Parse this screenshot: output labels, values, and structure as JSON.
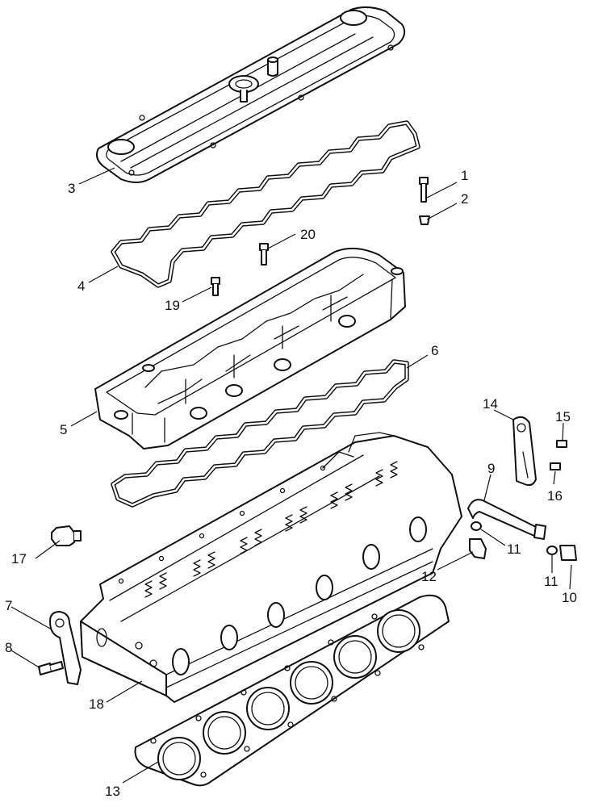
{
  "diagram": {
    "colors": {
      "line": "#111111",
      "paper": "#ffffff"
    },
    "callouts": [
      {
        "id": "1",
        "label": "1"
      },
      {
        "id": "2",
        "label": "2"
      },
      {
        "id": "3",
        "label": "3"
      },
      {
        "id": "4",
        "label": "4"
      },
      {
        "id": "5",
        "label": "5"
      },
      {
        "id": "6",
        "label": "6"
      },
      {
        "id": "7",
        "label": "7"
      },
      {
        "id": "8",
        "label": "8"
      },
      {
        "id": "9",
        "label": "9"
      },
      {
        "id": "10",
        "label": "10"
      },
      {
        "id": "11a",
        "label": "11"
      },
      {
        "id": "11b",
        "label": "11"
      },
      {
        "id": "12",
        "label": "12"
      },
      {
        "id": "13",
        "label": "13"
      },
      {
        "id": "14",
        "label": "14"
      },
      {
        "id": "15",
        "label": "15"
      },
      {
        "id": "16",
        "label": "16"
      },
      {
        "id": "17",
        "label": "17"
      },
      {
        "id": "18",
        "label": "18"
      },
      {
        "id": "19",
        "label": "19"
      },
      {
        "id": "20",
        "label": "20"
      }
    ]
  }
}
